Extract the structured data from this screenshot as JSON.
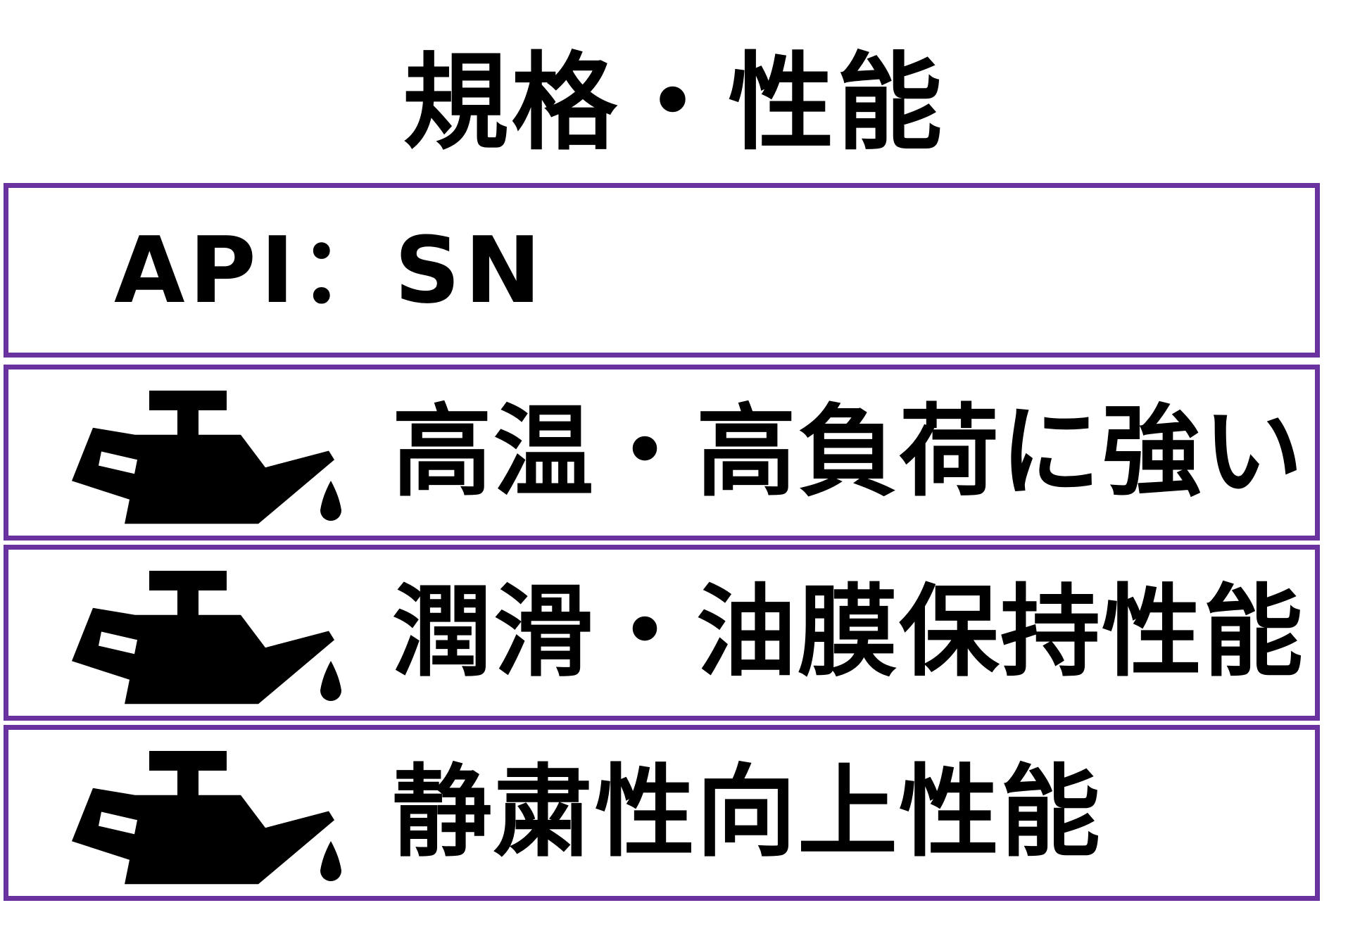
{
  "title": "規格・性能",
  "accent_color": "#6a329f",
  "api_panel": {
    "text": "API：SN"
  },
  "features": [
    {
      "icon": "oil-can-icon",
      "text": "高温・高負荷に強い"
    },
    {
      "icon": "oil-can-icon",
      "text": "潤滑・油膜保持性能"
    },
    {
      "icon": "oil-can-icon",
      "text": "静粛性向上性能"
    }
  ]
}
